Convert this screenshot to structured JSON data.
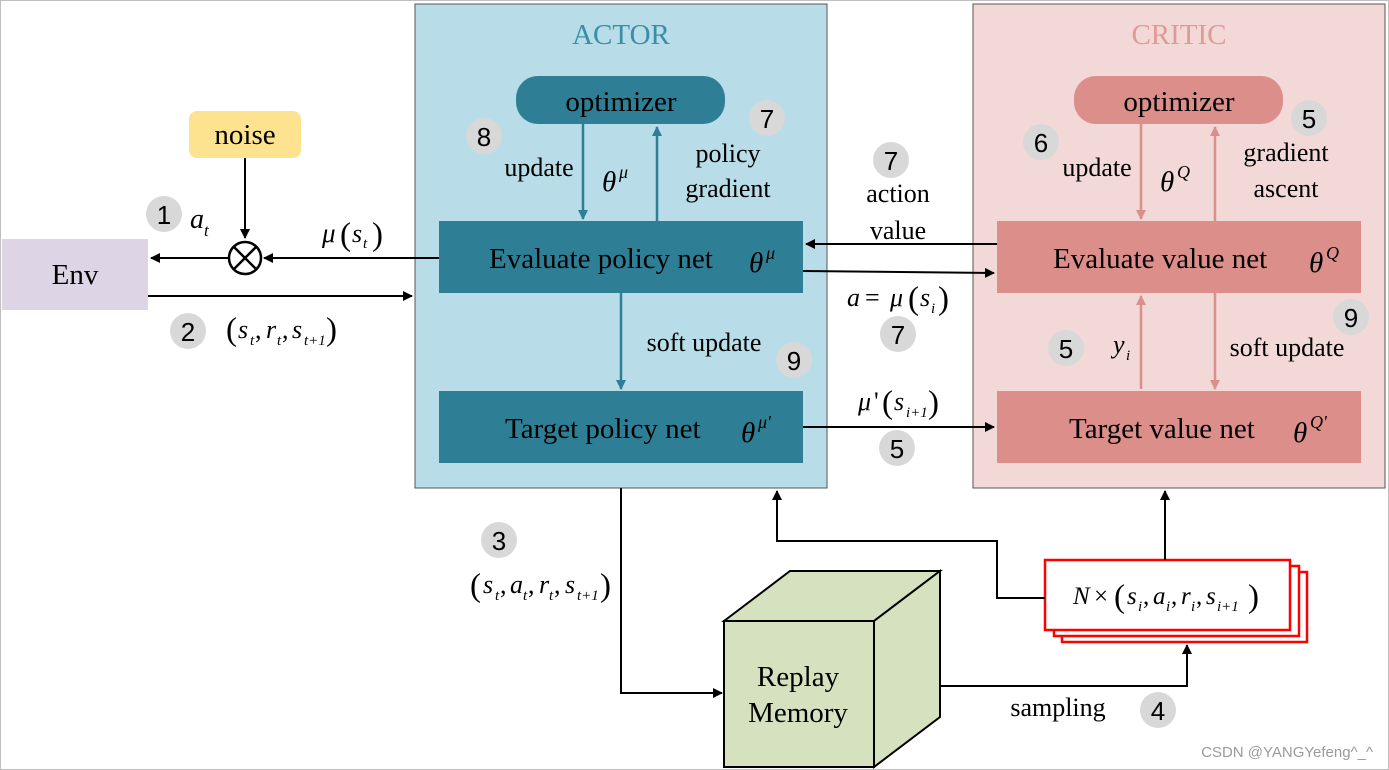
{
  "actor": {
    "title": "ACTOR"
  },
  "critic": {
    "title": "CRITIC"
  },
  "env": {
    "label": "Env"
  },
  "noise": {
    "label": "noise"
  },
  "actor_optimizer": {
    "label": "optimizer"
  },
  "critic_optimizer": {
    "label": "optimizer"
  },
  "evaluate_policy_net": {
    "label": "Evaluate policy net"
  },
  "target_policy_net": {
    "label": "Target policy net"
  },
  "evaluate_value_net": {
    "label": "Evaluate value net"
  },
  "target_value_net": {
    "label": "Target value net"
  },
  "replay_memory": {
    "line1": "Replay",
    "line2": "Memory"
  },
  "text": {
    "update": "update",
    "policy_gradient_1": "policy",
    "policy_gradient_2": "gradient",
    "gradient_ascent_1": "gradient",
    "gradient_ascent_2": "ascent",
    "action_value_1": "action",
    "action_value_2": "value",
    "soft_update": "soft update",
    "sampling": "sampling",
    "watermark": "CSDN @YANGYefeng^_^"
  },
  "steps": {
    "s1": "1",
    "s2": "2",
    "s3": "3",
    "s4": "4",
    "s5a": "5",
    "s5b": "5",
    "s5c": "5",
    "s6": "6",
    "s7a": "7",
    "s7b": "7",
    "s7c": "7",
    "s8": "8",
    "s9a": "9",
    "s9b": "9"
  },
  "colors": {
    "actor_bg": "#b8dde8",
    "actor_node": "#2e7f95",
    "critic_bg": "#f2d9d8",
    "critic_node": "#db8e8a",
    "critic_title": "#e09a96",
    "actor_title": "#3a8ea6",
    "env_bg": "#ddd5e6",
    "noise_bg": "#fde38f",
    "replay_front": "#d6e2bf",
    "badge": "#d8d8d8",
    "sample_border": "#ff0000"
  }
}
